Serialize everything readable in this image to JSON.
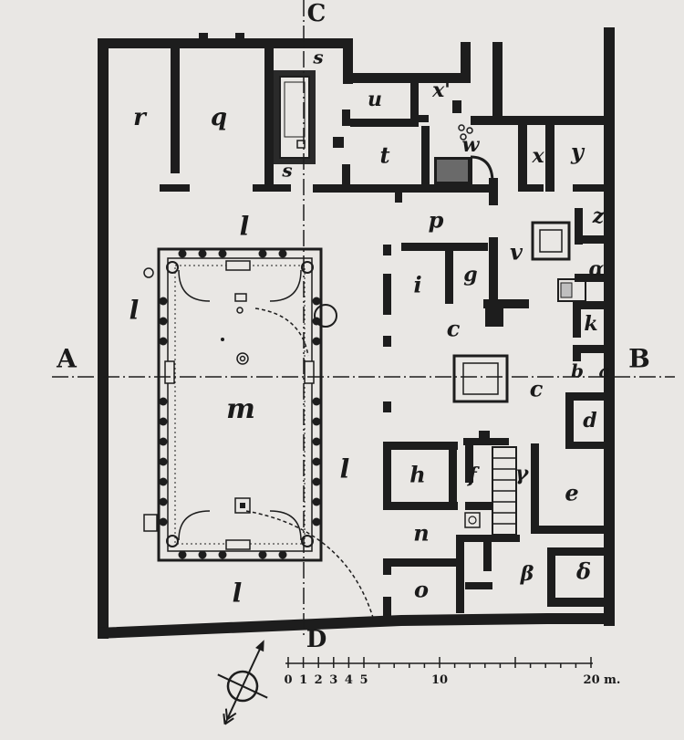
{
  "room_labels": {
    "r": "r",
    "q": "q",
    "s_top": "s",
    "s_bottom": "s",
    "u": "u",
    "x_prime": "x'",
    "w": "w",
    "t": "t",
    "x": "x",
    "y": "y",
    "p": "p",
    "v": "v",
    "z": "z",
    "alpha": "α",
    "i": "i",
    "g": "g",
    "c_upper": "c",
    "k": "k",
    "b": "b",
    "a": "a",
    "c_lower": "c",
    "d": "d",
    "l_top": "l",
    "l_left": "l",
    "l_right": "l",
    "l_bottom": "l",
    "m": "m",
    "h": "h",
    "f": "f",
    "gamma": "γ",
    "e": "e",
    "n": "n",
    "o": "o",
    "beta": "β",
    "delta": "δ"
  },
  "axis_labels": {
    "A": "A",
    "B": "B",
    "C": "C",
    "D": "D"
  },
  "scale_bar": {
    "tick_labels": [
      "0",
      "1",
      "2",
      "3",
      "4",
      "5",
      "10",
      "20 m."
    ],
    "tick_values_m": [
      0,
      1,
      2,
      3,
      4,
      5,
      10,
      20
    ]
  },
  "compass": {
    "icon": "compass-arrow-icon"
  },
  "colors": {
    "ink": "#1d1d1d",
    "paper": "#e9e7e4"
  }
}
